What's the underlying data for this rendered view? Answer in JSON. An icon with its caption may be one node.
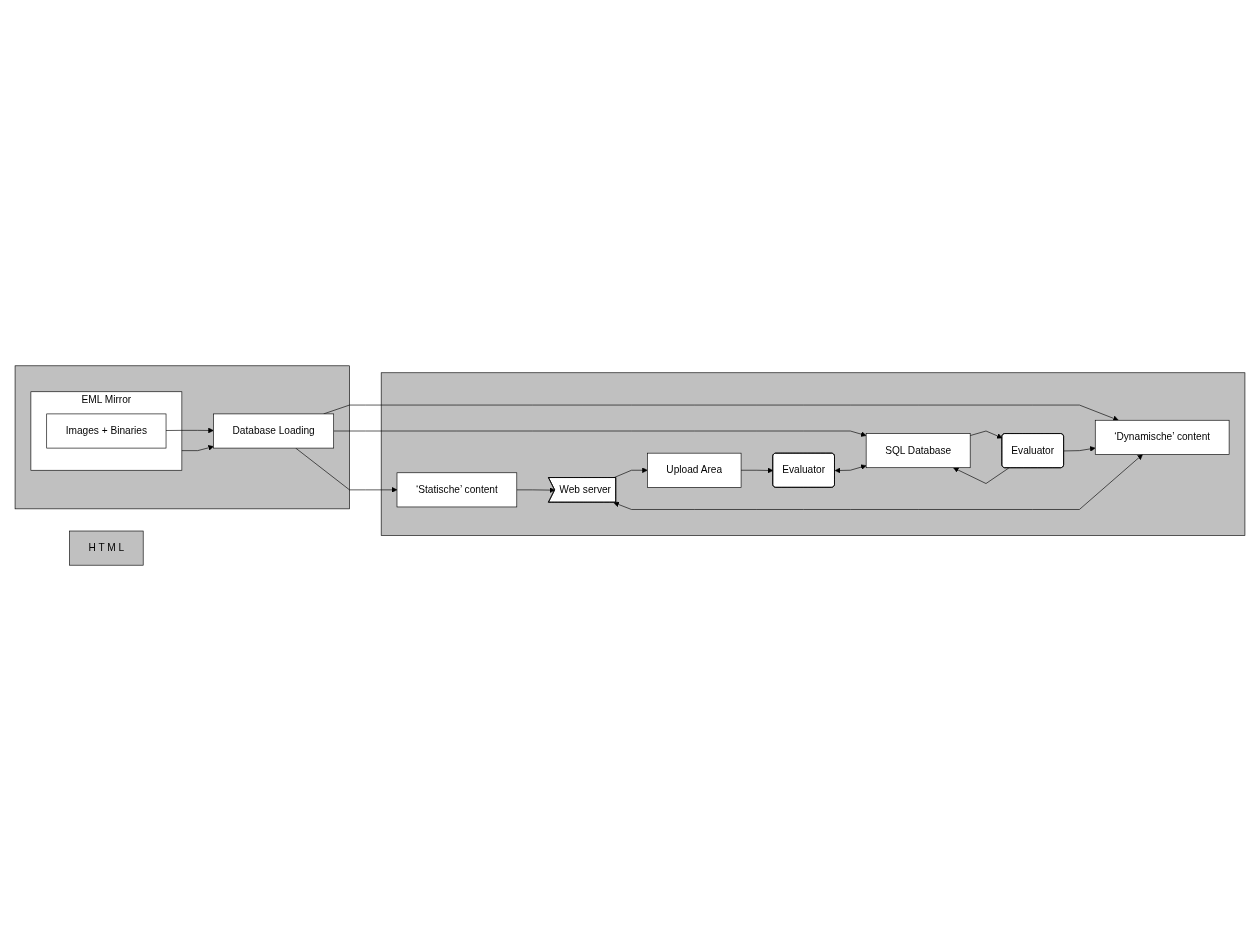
{
  "diagram": {
    "nodes": [
      {
        "text": [],
        "shape": "box"
      },
      {
        "text": [
          "EML Mirror"
        ],
        "in": 0
      },
      {
        "text": [
          "Images + Binaries"
        ],
        "in": 1
      },
      {
        "text": [
          "Database Loading"
        ],
        "in": 0
      },
      {
        "text": [],
        "shape": "box"
      },
      {
        "text": [
          "‘Statische’ content"
        ],
        "in": 4
      },
      {
        "text": [
          "Evaluator"
        ],
        "in": 4
      },
      {
        "text": [
          "Upload Area"
        ],
        "in": 4
      },
      {
        "text": [
          "SQL Database"
        ],
        "in": 4
      },
      {
        "text": [
          "Web server"
        ],
        "in": 4
      },
      {
        "text": [
          "Evaluator"
        ],
        "in": 4
      },
      {
        "text": [
          "‘Dynamische’ content"
        ],
        "in": 4
      },
      {
        "text": [
          "H T M L"
        ]
      }
    ],
    "edges": [
      {
        "from": 1,
        "to": 3,
        "arrow": "to"
      },
      {
        "from": 2,
        "to": 3,
        "arrow": "to"
      },
      {
        "from": 3,
        "to": 8,
        "arrow": "to"
      },
      {
        "from": 3,
        "to": 5,
        "arrow": "to"
      },
      {
        "from": 3,
        "to": 11,
        "arrow": "to"
      },
      {
        "from": 5,
        "to": 9,
        "arrow": "to"
      },
      {
        "from": 7,
        "to": 6,
        "arrow": "to"
      },
      {
        "from": 6,
        "to": 8,
        "arrow": "both"
      },
      {
        "from": 9,
        "to": 7,
        "arrow": "to"
      },
      {
        "from": 8,
        "to": 10,
        "arrow": "to"
      },
      {
        "from": 10,
        "to": 11,
        "arrow": "to"
      },
      {
        "from": 10,
        "to": 8,
        "arrow": "to"
      },
      {
        "from": 9,
        "to": 11,
        "arrow": "both"
      }
    ]
  }
}
